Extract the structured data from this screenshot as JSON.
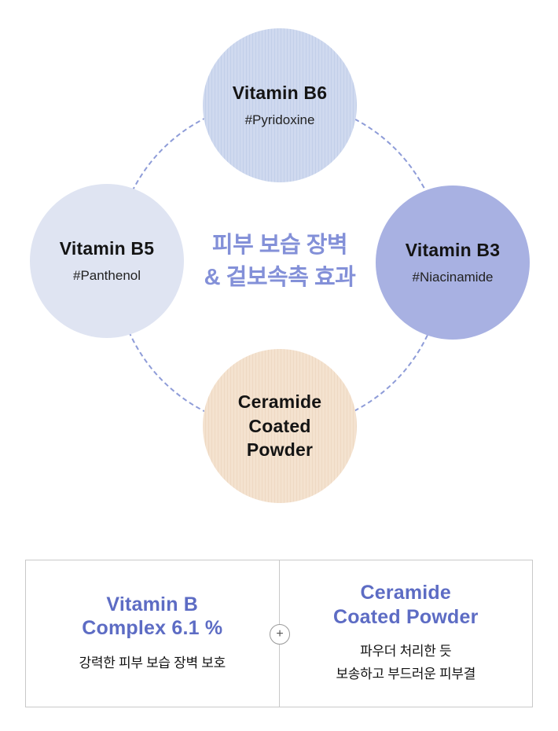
{
  "diagram": {
    "center": {
      "line1": "피부 보습 장벽",
      "line2": "& 겉보속촉 효과"
    },
    "circles": [
      {
        "id": "vitamin-b6",
        "title": "Vitamin B6",
        "subtitle": "#Pyridoxine"
      },
      {
        "id": "vitamin-b5",
        "title": "Vitamin B5",
        "subtitle": "#Panthenol"
      },
      {
        "id": "vitamin-b3",
        "title": "Vitamin B3",
        "subtitle": "#Niacinamide"
      },
      {
        "id": "ceramide",
        "line1": "Ceramide",
        "line2": "Coated",
        "line3": "Powder"
      }
    ]
  },
  "summary": {
    "left": {
      "title_line1": "Vitamin B",
      "title_line2": "Complex 6.1 %",
      "desc": "강력한 피부 보습 장벽 보호"
    },
    "plus": "+",
    "right": {
      "title_line1": "Ceramide",
      "title_line2": "Coated Powder",
      "desc_line1": "파우더 처리한 듯",
      "desc_line2": "보송하고 부드러운 피부결"
    }
  },
  "colors": {
    "center_text": "#8390d8",
    "summary_title": "#5d6cc4",
    "circle_b6": "#cbd6ee",
    "circle_b5": "#dfe4f2",
    "circle_b3": "#a8b1e2",
    "circle_ceramide": "#f2dfcb",
    "dashed_ring": "#8e9cd8"
  }
}
